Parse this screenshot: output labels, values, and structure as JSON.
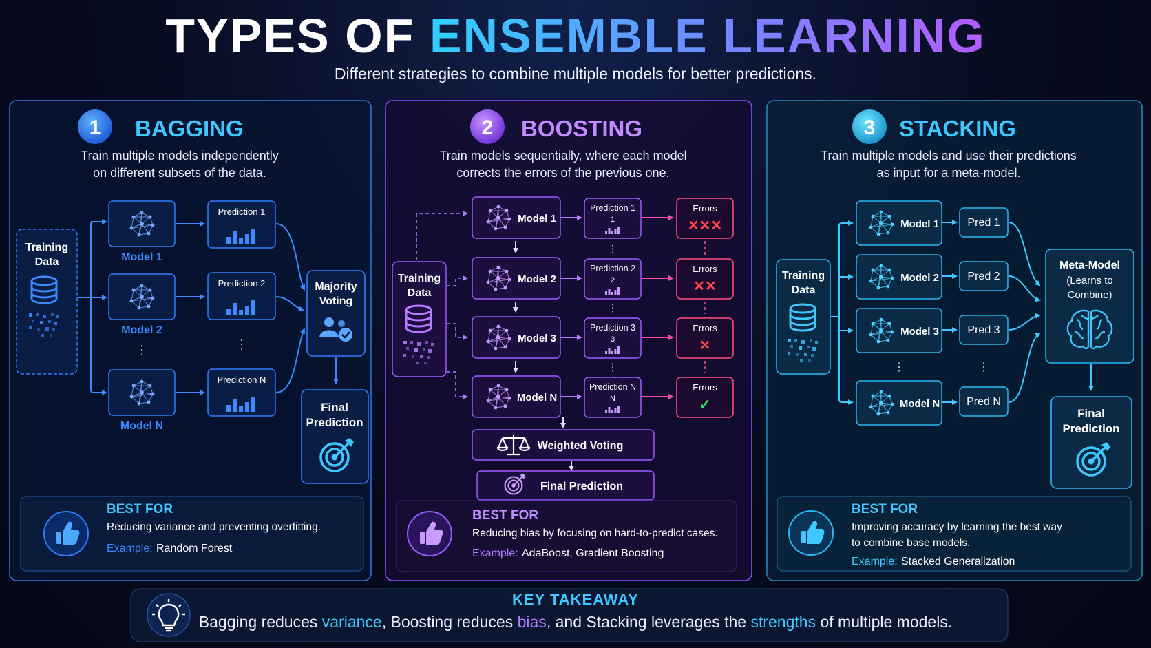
{
  "title": {
    "part1": "TYPES OF",
    "part2": "ENSEMBLE LEARNING"
  },
  "subtitle": "Different strategies to combine multiple models for better predictions.",
  "colors": {
    "cyan": "#3ec8ff",
    "blue": "#2f7dff",
    "purple": "#b57cff",
    "magenta": "#ff4fa6",
    "red": "#ff4a4a",
    "green": "#2ee66b"
  },
  "bagging": {
    "number": "1",
    "heading": "BAGGING",
    "desc_line1": "Train multiple models independently",
    "desc_line2": "on different subsets of the data.",
    "training_line1": "Training",
    "training_line2": "Data",
    "models": [
      "Model 1",
      "Model 2",
      "Model N"
    ],
    "predictions": [
      "Prediction 1",
      "Prediction 2",
      "Prediction N"
    ],
    "voting_line1": "Majority",
    "voting_line2": "Voting",
    "final_line1": "Final",
    "final_line2": "Prediction",
    "best_for_label": "BEST FOR",
    "best_for_text": "Reducing variance and preventing overfitting.",
    "example_label": "Example:",
    "example_text": "Random Forest"
  },
  "boosting": {
    "number": "2",
    "heading": "BOOSTING",
    "desc_line1": "Train models sequentially, where each model",
    "desc_line2": "corrects the errors of the previous one.",
    "training_line1": "Training",
    "training_line2": "Data",
    "models": [
      "Model 1",
      "Model 2",
      "Model 3",
      "Model N"
    ],
    "predictions": [
      "Prediction 1",
      "Prediction 2",
      "Prediction 3",
      "Prediction N"
    ],
    "prediction_ids": [
      "1",
      "2",
      "3",
      "N"
    ],
    "errors_label": "Errors",
    "error_marks": [
      "✕✕✕",
      "✕✕",
      "✕",
      "✓"
    ],
    "weighted_voting": "Weighted Voting",
    "final": "Final Prediction",
    "best_for_label": "BEST FOR",
    "best_for_text": "Reducing bias by focusing on hard-to-predict cases.",
    "example_label": "Example:",
    "example_text": "AdaBoost, Gradient Boosting"
  },
  "stacking": {
    "number": "3",
    "heading": "STACKING",
    "desc_line1": "Train multiple models and use their predictions",
    "desc_line2": "as input for a meta-model.",
    "training_line1": "Training",
    "training_line2": "Data",
    "models": [
      "Model 1",
      "Model 2",
      "Model 3",
      "Model N"
    ],
    "preds": [
      "Pred 1",
      "Pred 2",
      "Pred 3",
      "Pred N"
    ],
    "meta_line1": "Meta-Model",
    "meta_line2": "(Learns to",
    "meta_line3": "Combine)",
    "final_line1": "Final",
    "final_line2": "Prediction",
    "best_for_label": "BEST FOR",
    "best_for_line1": "Improving accuracy by learning the best way",
    "best_for_line2": "to combine base models.",
    "example_label": "Example:",
    "example_text": "Stacked Generalization"
  },
  "takeaway": {
    "heading": "KEY TAKEAWAY",
    "t1": "Bagging reduces ",
    "k1": "variance",
    "t2": ", Boosting reduces ",
    "k2": "bias",
    "t3": ", and Stacking leverages the ",
    "k3": "strengths",
    "t4": " of multiple models."
  }
}
